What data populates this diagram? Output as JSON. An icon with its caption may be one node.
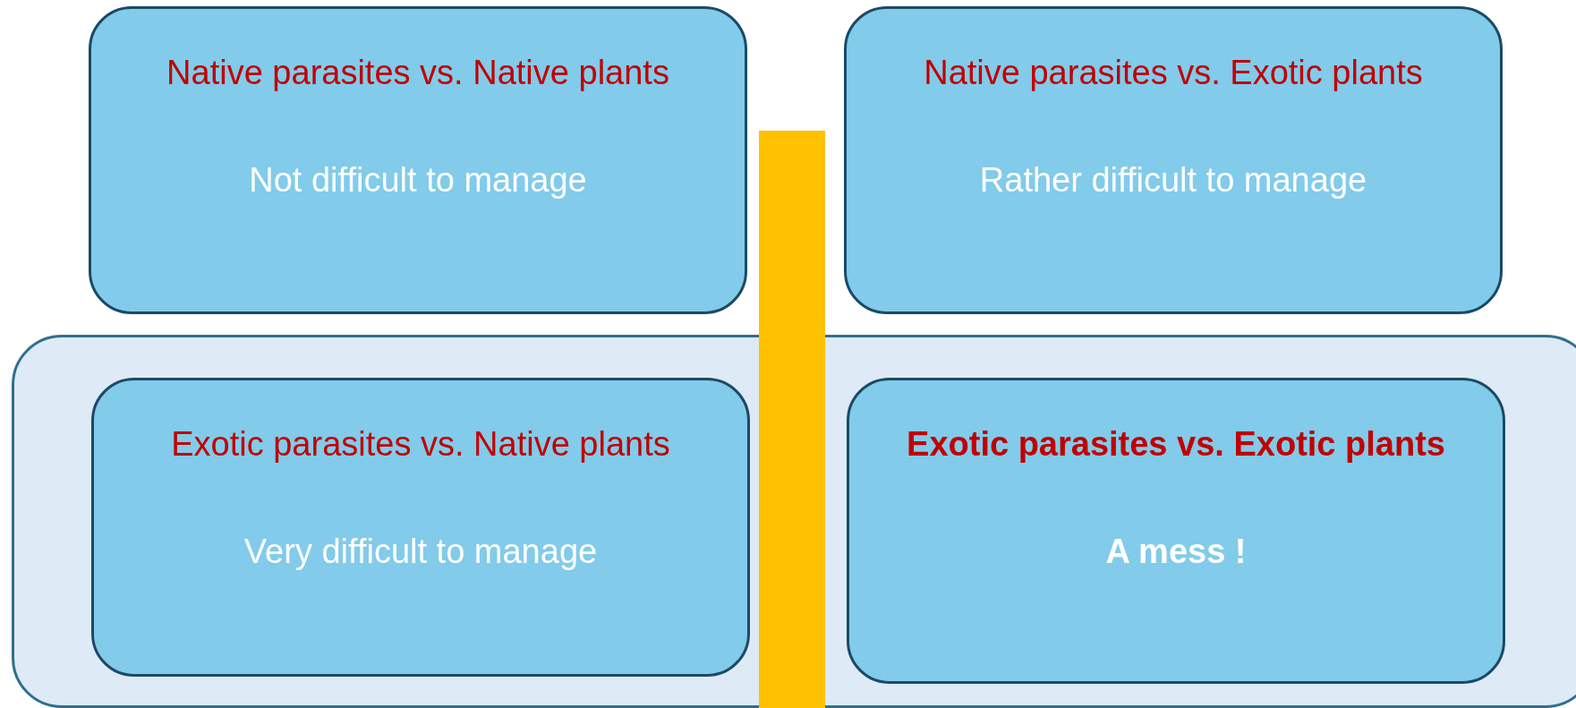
{
  "diagram": {
    "nodes": [
      {
        "text": [
          "Native parasites vs. Native plants",
          "Not difficult to manage"
        ]
      },
      {
        "text": [
          "Native parasites vs. Exotic plants",
          "Rather difficult to manage"
        ]
      },
      {
        "text": [],
        "shape": "box"
      },
      {
        "text": [
          "Exotic parasites vs. Native plants",
          "Very difficult to manage"
        ],
        "in": 2
      },
      {
        "text": [
          "Exotic parasites vs. Exotic plants",
          "A mess !"
        ],
        "in": 2
      },
      {
        "text": [],
        "shape": "bar"
      }
    ],
    "edges": []
  }
}
